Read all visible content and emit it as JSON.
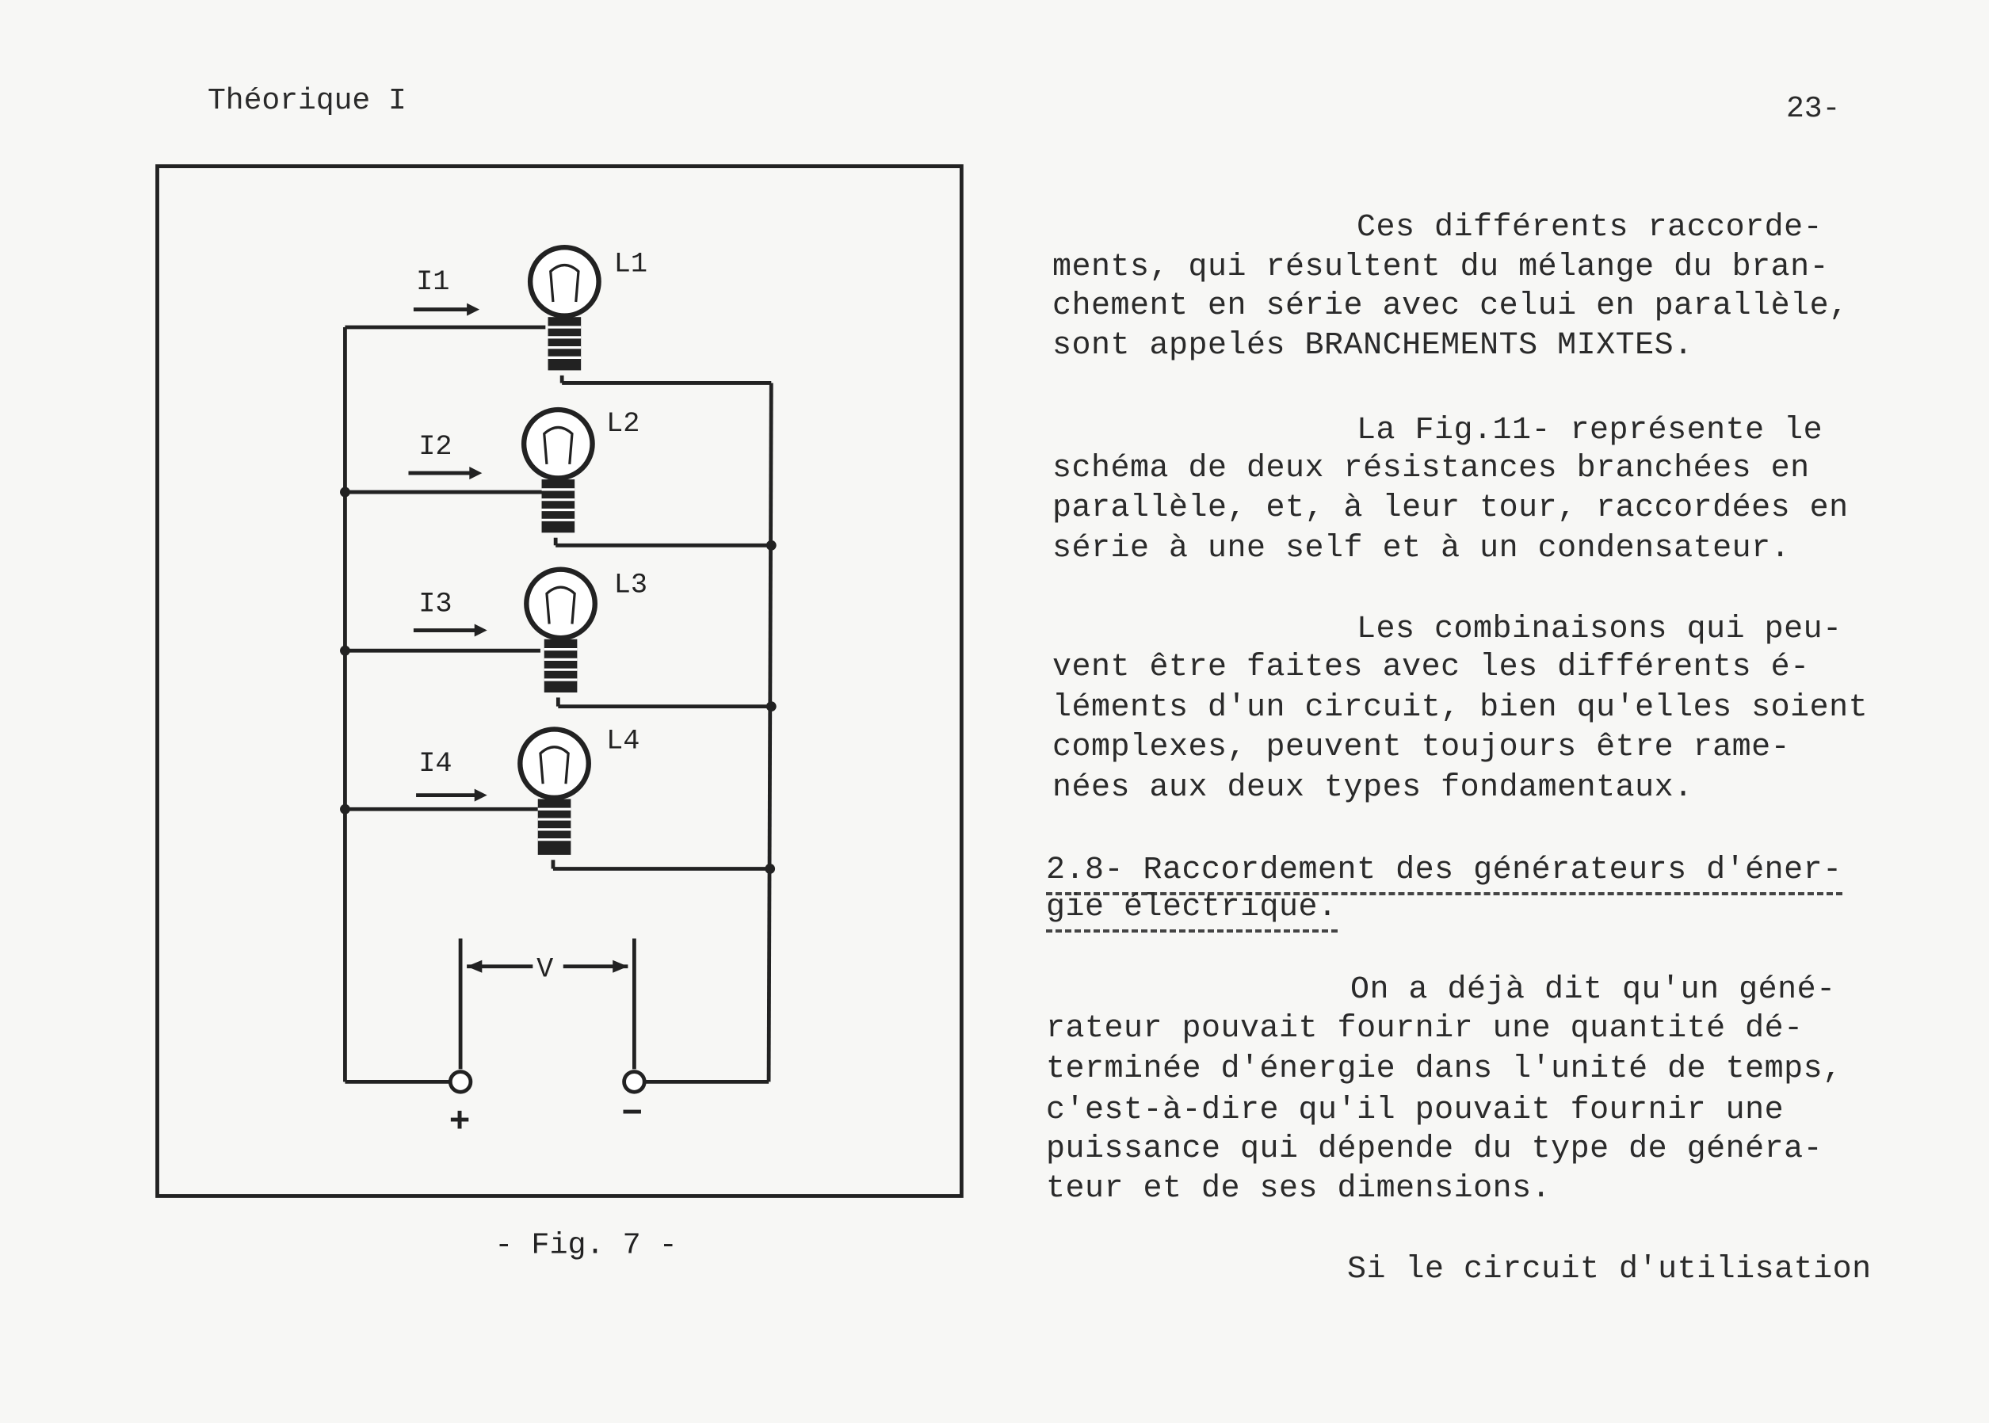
{
  "header": {
    "left": "Théorique I",
    "right": "23-"
  },
  "figure": {
    "caption": "- Fig. 7 -",
    "currents": [
      "I1",
      "I2",
      "I3",
      "I4"
    ],
    "lamps": [
      "L1",
      "L2",
      "L3",
      "L4"
    ],
    "voltage": "V",
    "plus": "+",
    "minus": "−"
  },
  "body": {
    "p1": [
      "Ces différents raccorde-",
      "ments, qui résultent du mélange du bran-",
      "chement en série avec celui en parallèle,",
      "sont appelés BRANCHEMENTS MIXTES."
    ],
    "p2": [
      "La Fig.11- représente le",
      "schéma de deux résistances branchées en",
      "parallèle, et, à leur tour, raccordées en",
      "série à une self et à un condensateur."
    ],
    "p3": [
      "Les combinaisons qui peu-",
      "vent être faites avec les différents é-",
      "léments d'un circuit, bien qu'elles soient",
      "complexes, peuvent toujours être rame-",
      "nées aux deux types fondamentaux."
    ],
    "heading": [
      "2.8- Raccordement des générateurs d'éner-",
      "gie électrique."
    ],
    "p4": [
      "On a déjà dit qu'un géné-",
      "rateur pouvait fournir une quantité dé-",
      "terminée d'énergie dans l'unité de temps,",
      "c'est-à-dire qu'il pouvait fournir une",
      "puissance qui dépende du type de généra-",
      "teur et de ses dimensions."
    ],
    "p5": [
      "Si le circuit d'utilisation"
    ]
  }
}
